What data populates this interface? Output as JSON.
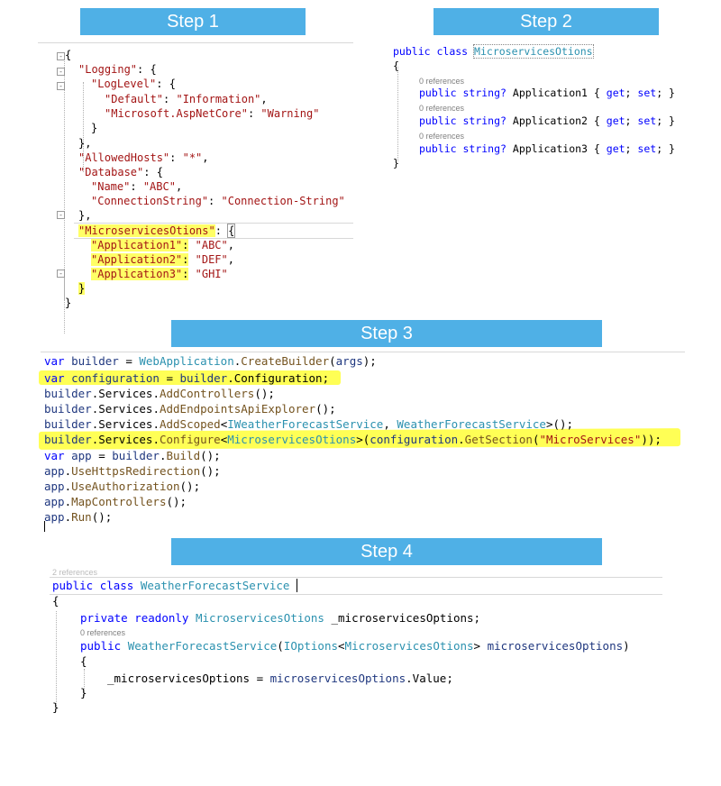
{
  "steps": {
    "step1": "Step 1",
    "step2": "Step 2",
    "step3": "Step 3",
    "step4": "Step 4"
  },
  "references": {
    "zero": "0 references",
    "two": "2 references"
  },
  "json_config": {
    "open_brace": "{",
    "logging_key": "\"Logging\"",
    "loglevel_key": "\"LogLevel\"",
    "default_key": "\"Default\"",
    "default_value": "\"Information\"",
    "aspnet_key": "\"Microsoft.AspNetCore\"",
    "aspnet_value": "\"Warning\"",
    "allowedhosts_key": "\"AllowedHosts\"",
    "allowedhosts_value": "\"*\"",
    "database_key": "\"Database\"",
    "name_key": "\"Name\"",
    "name_value": "\"ABC\"",
    "connstr_key": "\"ConnectionString\"",
    "connstr_value": "\"Connection-String\"",
    "ms_key": "\"MicroservicesOtions\"",
    "app1_key": "\"Application1\"",
    "app1_value": "\"ABC\"",
    "app2_key": "\"Application2\"",
    "app2_value": "\"DEF\"",
    "app3_key": "\"Application3\"",
    "app3_value": "\"GHI\""
  },
  "options_class": {
    "kw_public": "public",
    "kw_class": "class",
    "class_name": "MicroservicesOtions",
    "kw_string": "string?",
    "prop1": "Application1",
    "prop2": "Application2",
    "prop3": "Application3",
    "kw_get": "get",
    "kw_set": "set"
  },
  "program": {
    "l1_var": "var",
    "l1_builder": "builder",
    "l1_type": "WebApplication",
    "l1_method": "CreateBuilder",
    "l1_args": "args",
    "l2_var": "var",
    "l2_configuration": "configuration",
    "l2_builder": "builder",
    "l2_prop": "Configuration",
    "services": "Services",
    "add_controllers": "AddControllers",
    "add_endpoints": "AddEndpointsApiExplorer",
    "add_scoped": "AddScoped",
    "iface": "IWeatherForecastService",
    "impl": "WeatherForecastService",
    "configure": "Configure",
    "ms_type": "MicroservicesOtions",
    "get_section": "GetSection",
    "section_name": "\"MicroServices\"",
    "l7_var": "var",
    "l7_app": "app",
    "build": "Build",
    "use_https": "UseHttpsRedirection",
    "use_auth": "UseAuthorization",
    "map_controllers": "MapControllers",
    "run": "Run"
  },
  "service_class": {
    "kw_public": "public",
    "kw_class": "class",
    "class_name": "WeatherForecastService",
    "kw_private": "private",
    "kw_readonly": "readonly",
    "field_type": "MicroservicesOtions",
    "field_name": "_microservicesOptions",
    "ctor_name": "WeatherForecastService",
    "ioptions": "IOptions",
    "param_type": "MicroservicesOtions",
    "param_name": "microservicesOptions",
    "assign_field": "_microservicesOptions",
    "assign_source": "microservicesOptions",
    "value_prop": "Value"
  },
  "colors": {
    "banner": "#4fb0e6",
    "keyword": "#0000ff",
    "type": "#2b91af",
    "method": "#74531f",
    "string": "#a31515",
    "highlight": "#ffff55"
  }
}
